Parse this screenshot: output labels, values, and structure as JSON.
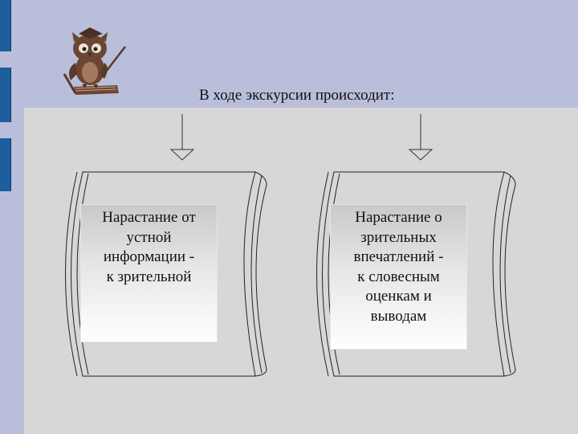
{
  "heading": "В ходе экскурсии происходит:",
  "boxes": [
    {
      "lines": [
        "Нарастание от",
        "устной",
        "информации -",
        "к зрительной"
      ]
    },
    {
      "lines": [
        "Нарастание о",
        "зрительных",
        "впечатлений -",
        "к словесным",
        "оценкам и",
        "выводам"
      ]
    }
  ],
  "colors": {
    "background": "#b9bfdb",
    "panel": "#d7d7d7",
    "edge_bars": "#1f5e9e",
    "owl": "#6b4632"
  },
  "icons": [
    "owl-teacher-icon"
  ]
}
